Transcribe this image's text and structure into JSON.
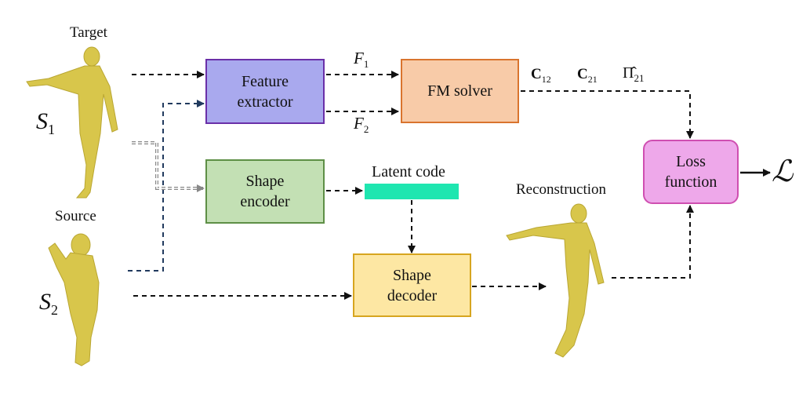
{
  "labels": {
    "target": "Target",
    "source": "Source",
    "reconstruction": "Reconstruction",
    "latent_code": "Latent code",
    "s1_main": "S",
    "s1_sub": "1",
    "s2_main": "S",
    "s2_sub": "2",
    "f1_main": "F",
    "f1_sub": "1",
    "f2_main": "F",
    "f2_sub": "2",
    "c12_main": "C",
    "c12_sub": "12",
    "c21_main": "C",
    "c21_sub": "21",
    "pi21_main": "Π̂",
    "pi21_sub": "21",
    "loss_symbol": "ℒ"
  },
  "boxes": {
    "feature_extractor": {
      "line1": "Feature",
      "line2": "extractor"
    },
    "fm_solver": {
      "line1": "FM solver"
    },
    "shape_encoder": {
      "line1": "Shape",
      "line2": "encoder"
    },
    "shape_decoder": {
      "line1": "Shape",
      "line2": "decoder"
    },
    "loss_function": {
      "line1": "Loss",
      "line2": "function"
    }
  },
  "colors": {
    "feature_extractor_fill": "#a9a9ee",
    "feature_extractor_border": "#6a2fa8",
    "fm_solver_fill": "#f8cba8",
    "fm_solver_border": "#d9742e",
    "shape_encoder_fill": "#c3e0b4",
    "shape_encoder_border": "#5e8f46",
    "shape_decoder_fill": "#fde7a3",
    "shape_decoder_border": "#d7a51f",
    "loss_function_fill": "#eea8ea",
    "loss_function_border": "#cf4fb1",
    "latent_code_fill": "#1fe6b0",
    "figure_color": "#d8c64b",
    "arrow_dark": "#111111",
    "arrow_navy": "#213a5e"
  },
  "icons": [
    "human-figure-target",
    "human-figure-source",
    "human-figure-reconstruction"
  ]
}
